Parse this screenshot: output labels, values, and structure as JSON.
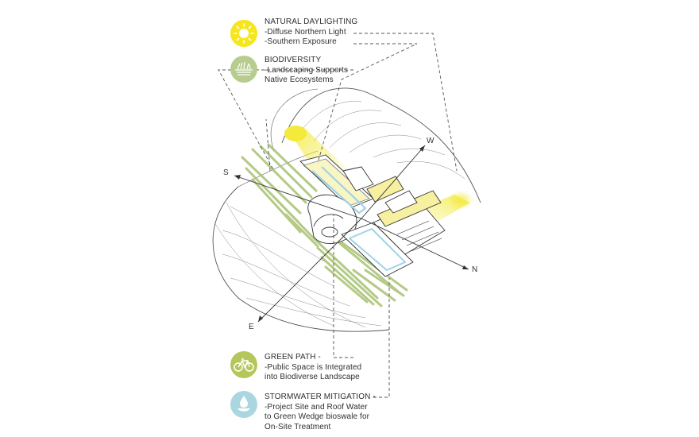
{
  "legend": [
    {
      "title": "NATURAL DAYLIGHTING",
      "lines": [
        "-Diffuse Northern Light",
        "-Southern Exposure"
      ],
      "icon": "sun-icon",
      "color": "#f5e61d"
    },
    {
      "title": "BIODIVERSITY",
      "lines": [
        "-Landscaping Supports",
        "Native Ecosystems"
      ],
      "icon": "landscape-icon",
      "color": "#b7cc8f"
    },
    {
      "title": "GREEN PATH -",
      "lines": [
        "-Public Space is Integrated",
        "into Biodiverse Landscape"
      ],
      "icon": "bicycle-icon",
      "color": "#b5c65a"
    },
    {
      "title": "STORMWATER MITIGATION -",
      "lines": [
        "-Project Site and Roof Water",
        "to Green Wedge bioswale for",
        "On-Site Treatment"
      ],
      "icon": "water-drop-icon",
      "color": "#a9d6e0"
    }
  ],
  "compass": {
    "south": "S",
    "west": "W",
    "north": "N",
    "east": "E"
  },
  "colors": {
    "sunlight": "#f3ea3c",
    "landscape": "#a8c172",
    "water": "#9fd3e6",
    "line": "#444444"
  }
}
